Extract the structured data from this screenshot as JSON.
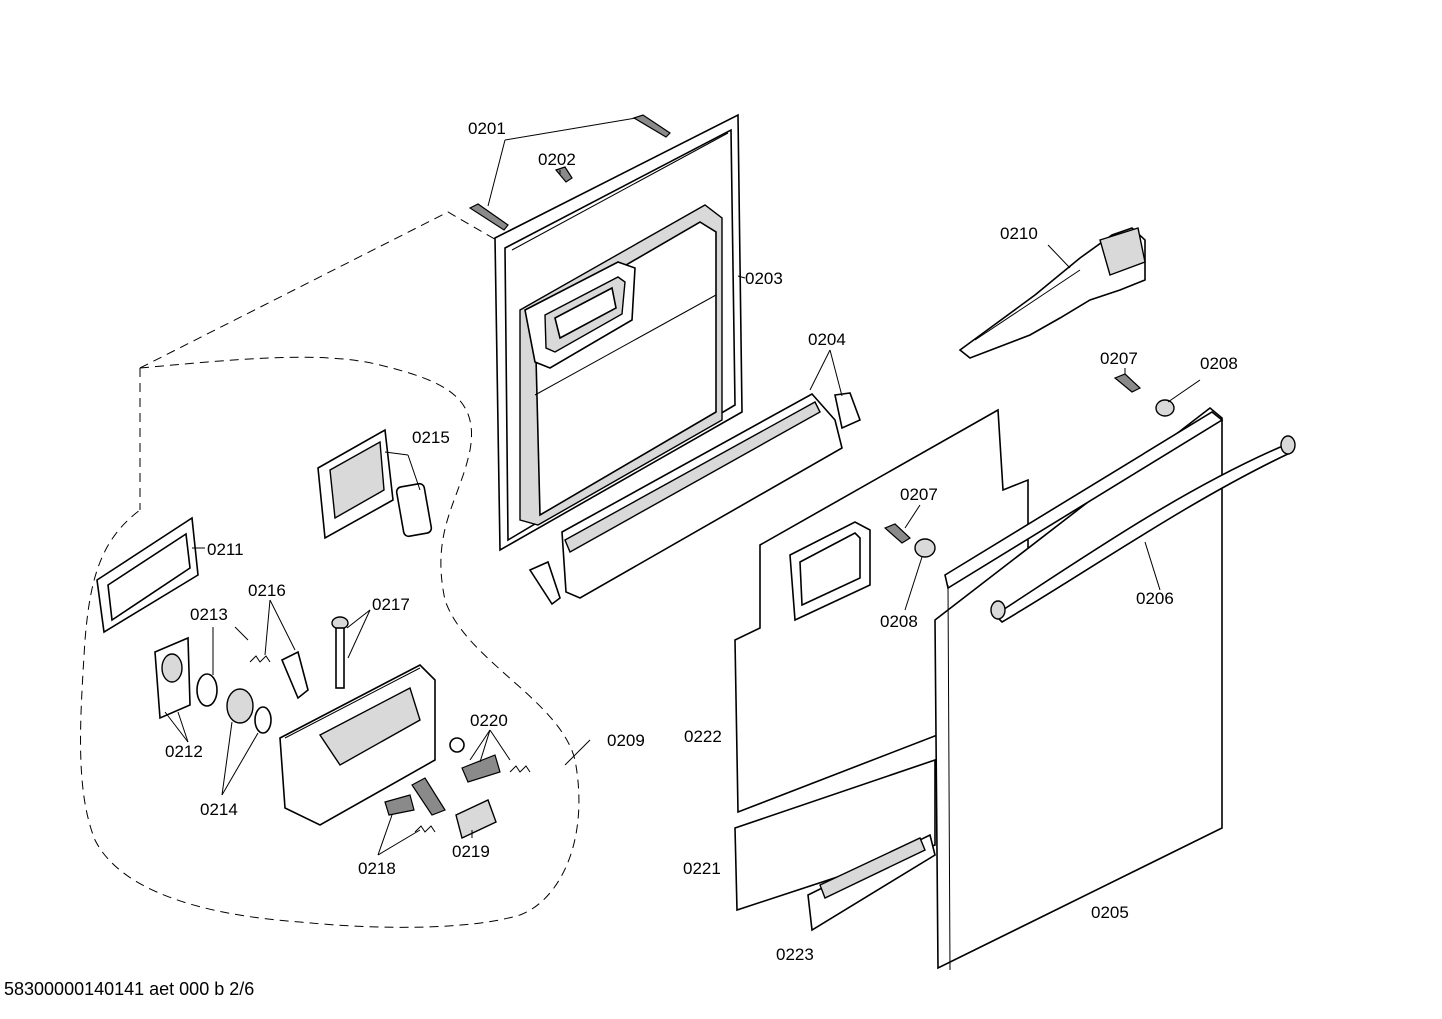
{
  "diagram": {
    "labels": {
      "p0201": "0201",
      "p0202": "0202",
      "p0203": "0203",
      "p0204": "0204",
      "p0205": "0205",
      "p0206": "0206",
      "p0207a": "0207",
      "p0207b": "0207",
      "p0208a": "0208",
      "p0208b": "0208",
      "p0209": "0209",
      "p0210": "0210",
      "p0211": "0211",
      "p0212": "0212",
      "p0213": "0213",
      "p0214": "0214",
      "p0215": "0215",
      "p0216": "0216",
      "p0217": "0217",
      "p0218": "0218",
      "p0219": "0219",
      "p0220": "0220",
      "p0221": "0221",
      "p0222": "0222",
      "p0223": "0223"
    },
    "footer": "58300000140141 aet 000 b 2/6"
  }
}
